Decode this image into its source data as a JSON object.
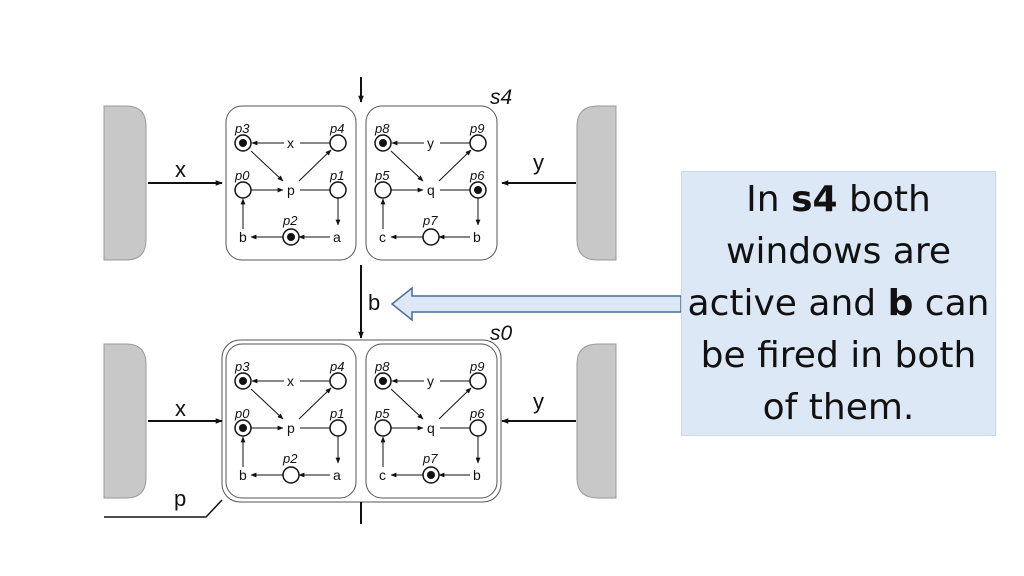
{
  "top_state": {
    "label": "s4",
    "left_window": {
      "places": {
        "p3": "p3",
        "p4": "p4",
        "p0": "p0",
        "p1": "p1",
        "p2": "p2"
      },
      "transitions": {
        "x": "x",
        "p": "p",
        "b": "b",
        "a": "a"
      },
      "marked": [
        "p3",
        "p2"
      ]
    },
    "right_window": {
      "places": {
        "p8": "p8",
        "p9": "p9",
        "p5": "p5",
        "p6": "p6",
        "p7": "p7"
      },
      "transitions": {
        "y": "y",
        "q": "q",
        "c": "c",
        "b": "b"
      },
      "marked": [
        "p8",
        "p6"
      ]
    },
    "input_left": "x",
    "input_right": "y"
  },
  "bottom_state": {
    "label": "s0",
    "left_window": {
      "places": {
        "p3": "p3",
        "p4": "p4",
        "p0": "p0",
        "p1": "p1",
        "p2": "p2"
      },
      "transitions": {
        "x": "x",
        "p": "p",
        "b": "b",
        "a": "a"
      },
      "marked": [
        "p3",
        "p0"
      ]
    },
    "right_window": {
      "places": {
        "p8": "p8",
        "p9": "p9",
        "p5": "p5",
        "p6": "p6",
        "p7": "p7"
      },
      "transitions": {
        "y": "y",
        "q": "q",
        "c": "c",
        "b": "b"
      },
      "marked": [
        "p8",
        "p7"
      ]
    },
    "input_left": "x",
    "input_right": "y",
    "output_label": "p"
  },
  "edge_label": "b",
  "callout": {
    "t1": "In ",
    "b1": "s4",
    "t2": " both windows are active and ",
    "b2": "b",
    "t3": " can be fired in both of them."
  }
}
